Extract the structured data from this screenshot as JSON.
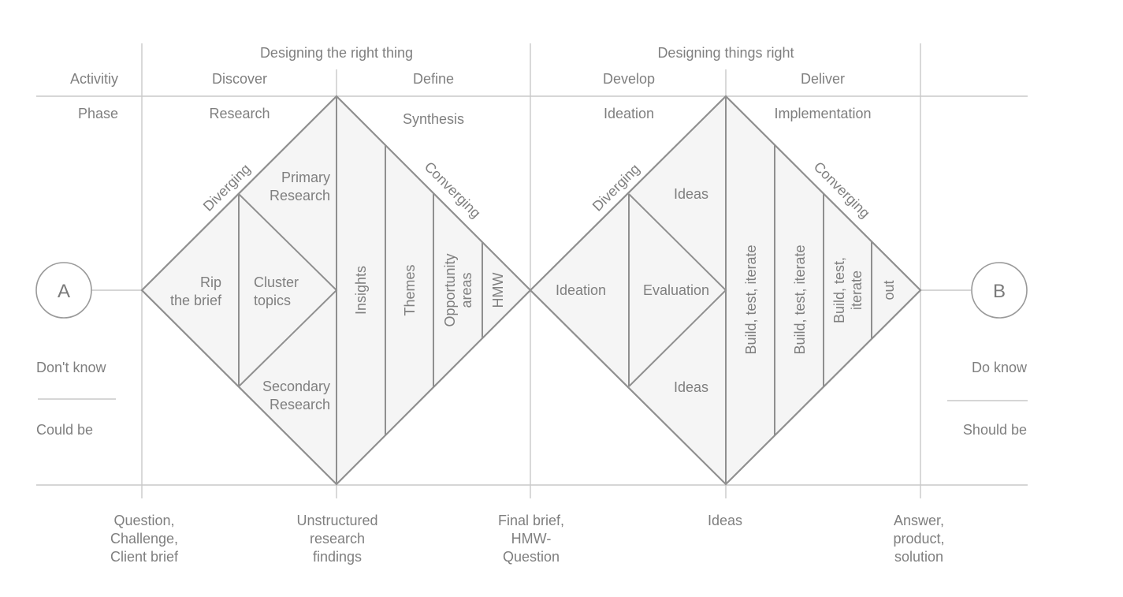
{
  "header": {
    "group_left": "Designing the right thing",
    "group_right": "Designing things right",
    "activity_label": "Activitiy",
    "activities": [
      "Discover",
      "Define",
      "Develop",
      "Deliver"
    ],
    "phase_label": "Phase",
    "phases": [
      "Research",
      "Synthesis",
      "Ideation",
      "Implementation"
    ]
  },
  "endpoints": {
    "start": "A",
    "end": "B",
    "left_top": "Don't know",
    "left_bottom": "Could be",
    "right_top": "Do know",
    "right_bottom": "Should be"
  },
  "diamond1": {
    "diverging": "Diverging",
    "converging": "Converging",
    "rip_1": "Rip",
    "rip_2": "the brief",
    "cluster_1": "Cluster",
    "cluster_2": "topics",
    "primary_1": "Primary",
    "primary_2": "Research",
    "secondary_1": "Secondary",
    "secondary_2": "Research",
    "insights": "Insights",
    "themes": "Themes",
    "opportunity_1": "Opportunity",
    "opportunity_2": "areas",
    "hmw": "HMW"
  },
  "diamond2": {
    "diverging": "Diverging",
    "converging": "Converging",
    "ideation": "Ideation",
    "evaluation": "Evaluation",
    "ideas_top": "Ideas",
    "ideas_bottom": "Ideas",
    "build1": "Build, test, iterate",
    "build2": "Build, test, iterate",
    "build3_1": "Build, test,",
    "build3_2": "iterate",
    "out": "out"
  },
  "milestones": {
    "m1": [
      "Question,",
      "Challenge,",
      "Client brief"
    ],
    "m2": [
      "Unstructured",
      "research",
      "findings"
    ],
    "m3": [
      "Final brief,",
      "HMW-",
      "Question"
    ],
    "m4": [
      "Ideas"
    ],
    "m5": [
      "Answer,",
      "product,",
      "solution"
    ]
  }
}
